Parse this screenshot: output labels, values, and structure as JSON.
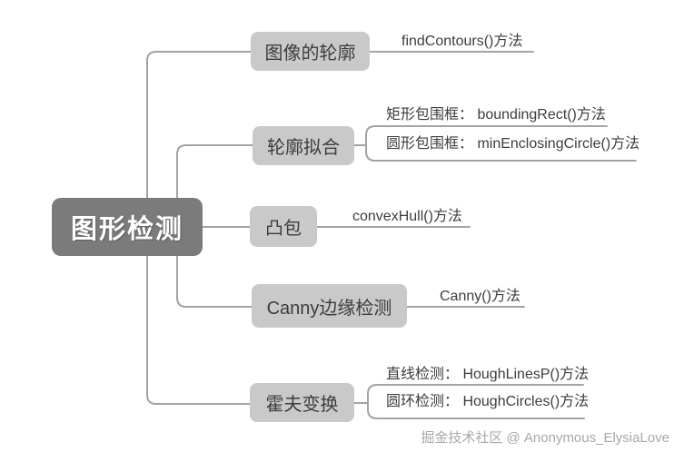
{
  "diagram": {
    "root": {
      "label": "图形检测"
    },
    "branches": [
      {
        "label": "图像的轮廓",
        "leaves": [
          "findContours()方法"
        ]
      },
      {
        "label": "轮廓拟合",
        "leaves": [
          "矩形包围框： boundingRect()方法",
          "圆形包围框： minEnclosingCircle()方法"
        ]
      },
      {
        "label": "凸包",
        "leaves": [
          "convexHull()方法"
        ]
      },
      {
        "label": "Canny边缘检测",
        "leaves": [
          "Canny()方法"
        ]
      },
      {
        "label": "霍夫变换",
        "leaves": [
          "直线检测： HoughLinesP()方法",
          "圆环检测： HoughCircles()方法"
        ]
      }
    ],
    "watermark": "掘金技术社区 @ Anonymous_ElysiaLove"
  },
  "colors": {
    "background": "#ffffff",
    "root_fill": "#7b7b7b",
    "root_text": "#ffffff",
    "branch_fill": "#c9c9c9",
    "branch_text": "#3d3d3d",
    "line": "#a3a3a3",
    "leaf_text": "#3d3d3d",
    "watermark_text": "#a8a8a8"
  }
}
